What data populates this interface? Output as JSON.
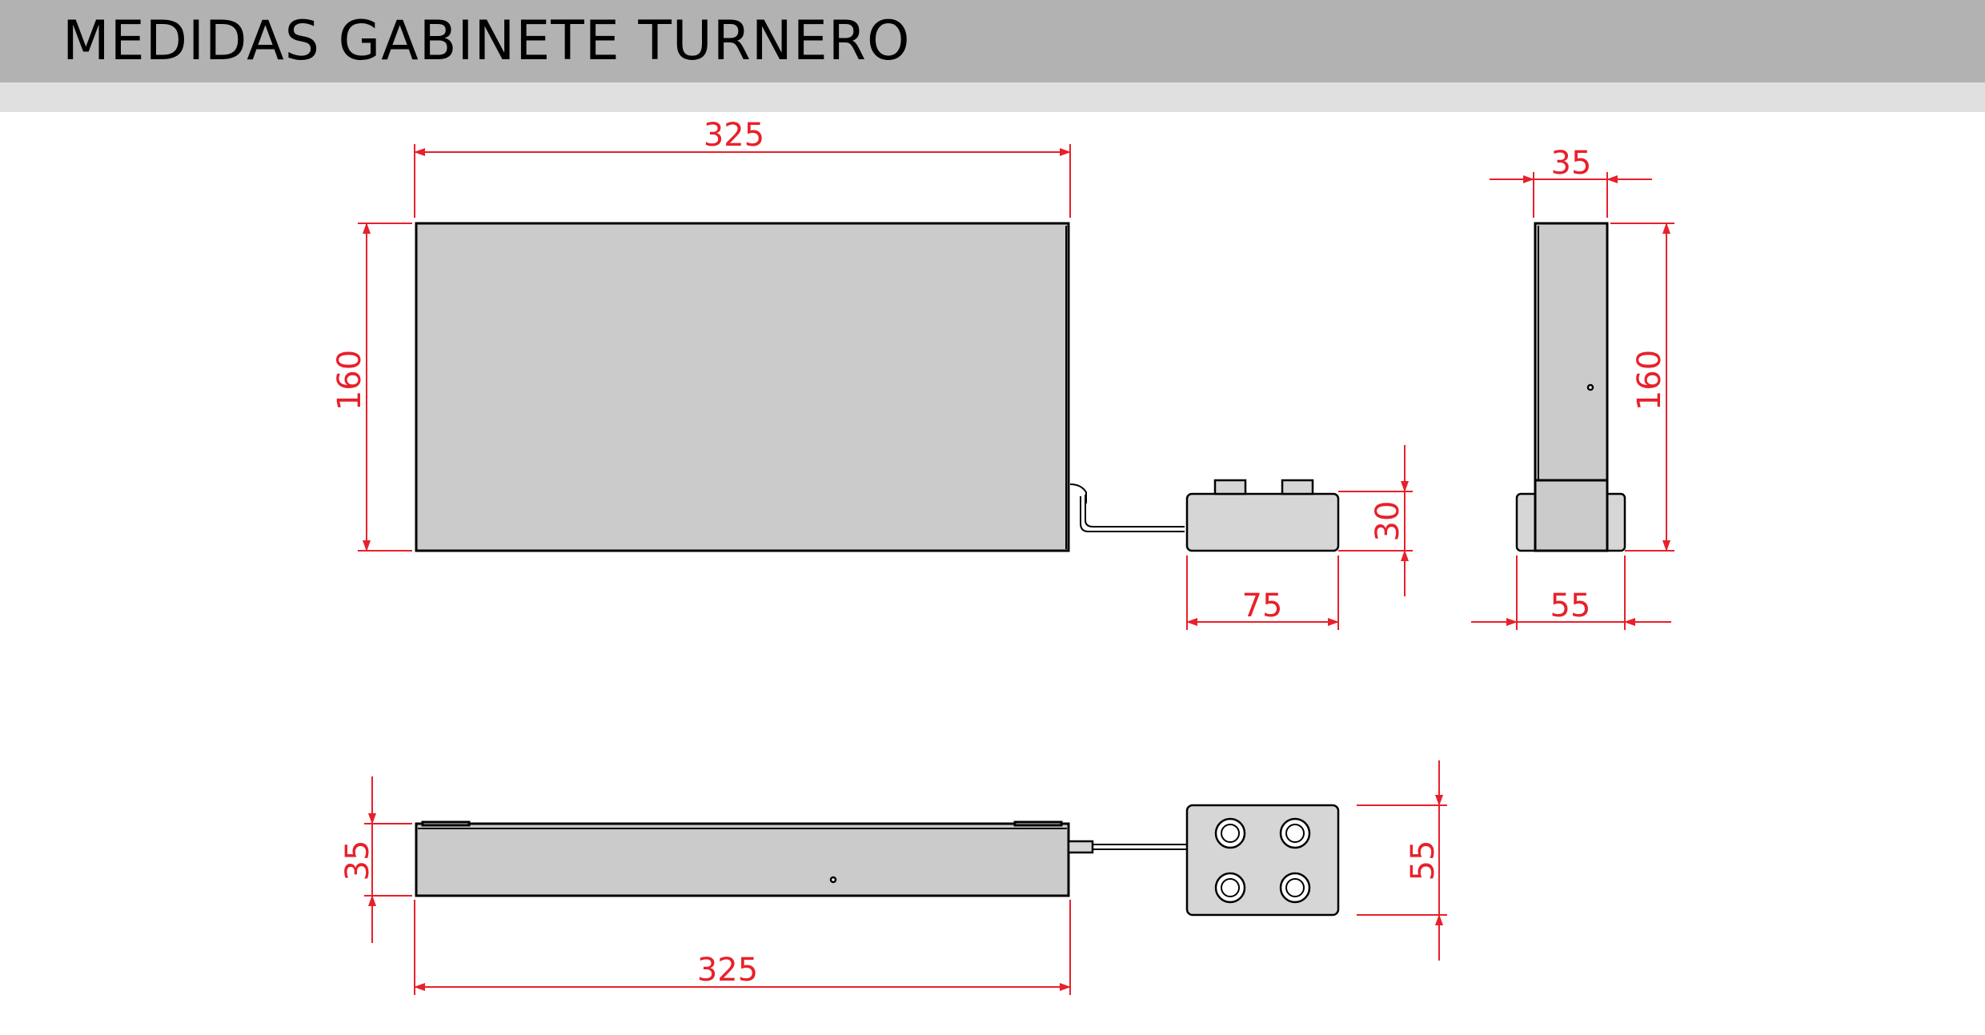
{
  "header": {
    "title": "MEDIDAS GABINETE TURNERO"
  },
  "colors": {
    "dimension": "#e8202a",
    "header_bar": "#b2b2b2",
    "header_sub_bar": "#e0e0e0",
    "cabinet_fill": "#cbcbcb"
  },
  "dimensions": {
    "front_width": "325",
    "front_height": "160",
    "side_depth_top": "35",
    "side_height": "160",
    "side_depth_base": "55",
    "keypad_width": "75",
    "keypad_height": "30",
    "top_depth": "35",
    "top_width": "325",
    "keypad_depth": "55"
  }
}
